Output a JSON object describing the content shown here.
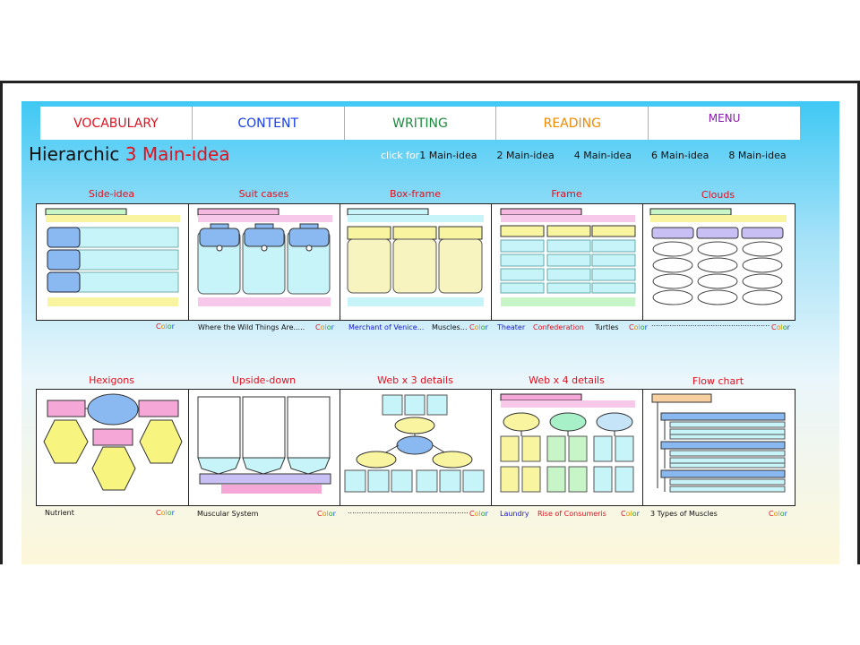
{
  "nav": [
    {
      "label": "VOCABULARY",
      "color": "#e0101e"
    },
    {
      "label": "CONTENT",
      "color": "#1a3fe0"
    },
    {
      "label": "WRITING",
      "color": "#1c8a3c"
    },
    {
      "label": "READING",
      "color": "#f08a00"
    },
    {
      "label": "MENU",
      "color": "#8a1ab0"
    }
  ],
  "title": {
    "prefix": "Hierarchic ",
    "highlight": "3 Main-idea"
  },
  "click_for": {
    "lead": "click for",
    "options": [
      "1 Main-idea",
      "2 Main-idea",
      "4 Main-idea",
      "6 Main-idea",
      "8 Main-idea"
    ]
  },
  "row1_labels": [
    "Side-idea",
    "Suit cases",
    "Box-frame",
    "Frame",
    "Clouds"
  ],
  "row2_labels": [
    "Hexigons",
    "Upside-down",
    "Web x 3 details",
    "Web x 4 details",
    "Flow chart"
  ],
  "color_word": "Color",
  "captions_row1": {
    "p2": "Where the Wild Things Are.....",
    "p3a": "Merchant of Venice...",
    "p3b": "Muscles...",
    "p4a": "Theater",
    "p4b": "Confederation",
    "p4c": "Turtles",
    "p5": "................................................................................."
  },
  "captions_row2": {
    "p1": "Nutrient",
    "p2": "Muscular System",
    "p3": "..................................................................",
    "p4a": "Laundry",
    "p4b": "Rise of Consumeris",
    "p5": "3 Types of Muscles"
  }
}
